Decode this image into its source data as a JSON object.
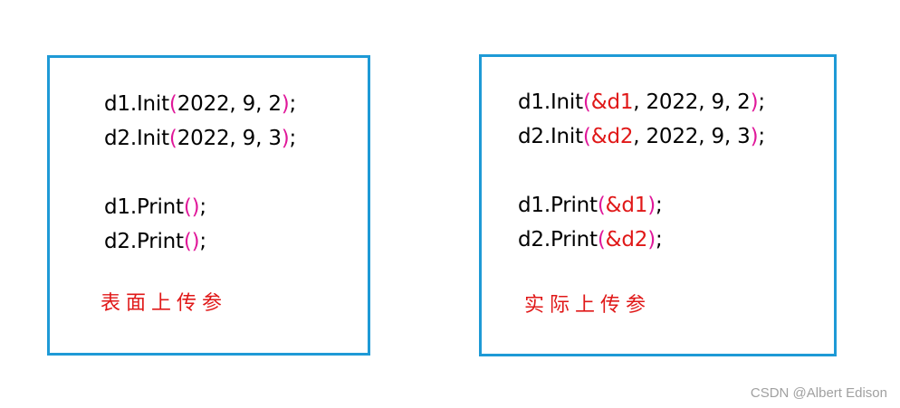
{
  "left_panel": {
    "lines": [
      [
        {
          "text": "d1.Init",
          "style": "plain"
        },
        {
          "text": "(",
          "style": "paren"
        },
        {
          "text": "2022, 9, 2",
          "style": "plain"
        },
        {
          "text": ")",
          "style": "paren"
        },
        {
          "text": ";",
          "style": "plain"
        }
      ],
      [
        {
          "text": "d2.Init",
          "style": "plain"
        },
        {
          "text": "(",
          "style": "paren"
        },
        {
          "text": "2022, 9, 3",
          "style": "plain"
        },
        {
          "text": ")",
          "style": "paren"
        },
        {
          "text": ";",
          "style": "plain"
        }
      ],
      [],
      [
        {
          "text": "d1.Print",
          "style": "plain"
        },
        {
          "text": "()",
          "style": "paren"
        },
        {
          "text": ";",
          "style": "plain"
        }
      ],
      [
        {
          "text": "d2.Print",
          "style": "plain"
        },
        {
          "text": "()",
          "style": "paren"
        },
        {
          "text": ";",
          "style": "plain"
        }
      ]
    ],
    "caption": "表面上传参"
  },
  "right_panel": {
    "lines": [
      [
        {
          "text": "d1.Init",
          "style": "plain"
        },
        {
          "text": "(",
          "style": "paren"
        },
        {
          "text": "&d1",
          "style": "arg"
        },
        {
          "text": ", 2022, 9, 2",
          "style": "plain"
        },
        {
          "text": ")",
          "style": "paren"
        },
        {
          "text": ";",
          "style": "plain"
        }
      ],
      [
        {
          "text": "d2.Init",
          "style": "plain"
        },
        {
          "text": "(",
          "style": "paren"
        },
        {
          "text": "&d2",
          "style": "arg"
        },
        {
          "text": ", 2022, 9, 3",
          "style": "plain"
        },
        {
          "text": ")",
          "style": "paren"
        },
        {
          "text": ";",
          "style": "plain"
        }
      ],
      [],
      [
        {
          "text": "d1.Print",
          "style": "plain"
        },
        {
          "text": "(",
          "style": "paren"
        },
        {
          "text": "&d1",
          "style": "arg"
        },
        {
          "text": ")",
          "style": "paren"
        },
        {
          "text": ";",
          "style": "plain"
        }
      ],
      [
        {
          "text": "d2.Print",
          "style": "plain"
        },
        {
          "text": "(",
          "style": "paren"
        },
        {
          "text": "&d2",
          "style": "arg"
        },
        {
          "text": ")",
          "style": "paren"
        },
        {
          "text": ";",
          "style": "plain"
        }
      ]
    ],
    "caption": "实际上传参"
  },
  "watermark": "CSDN @Albert Edison",
  "colors": {
    "border": "#1e9ad6",
    "paren": "#e0189a",
    "arg": "#e01818",
    "caption": "#e01818",
    "watermark": "#a0a0a0"
  }
}
